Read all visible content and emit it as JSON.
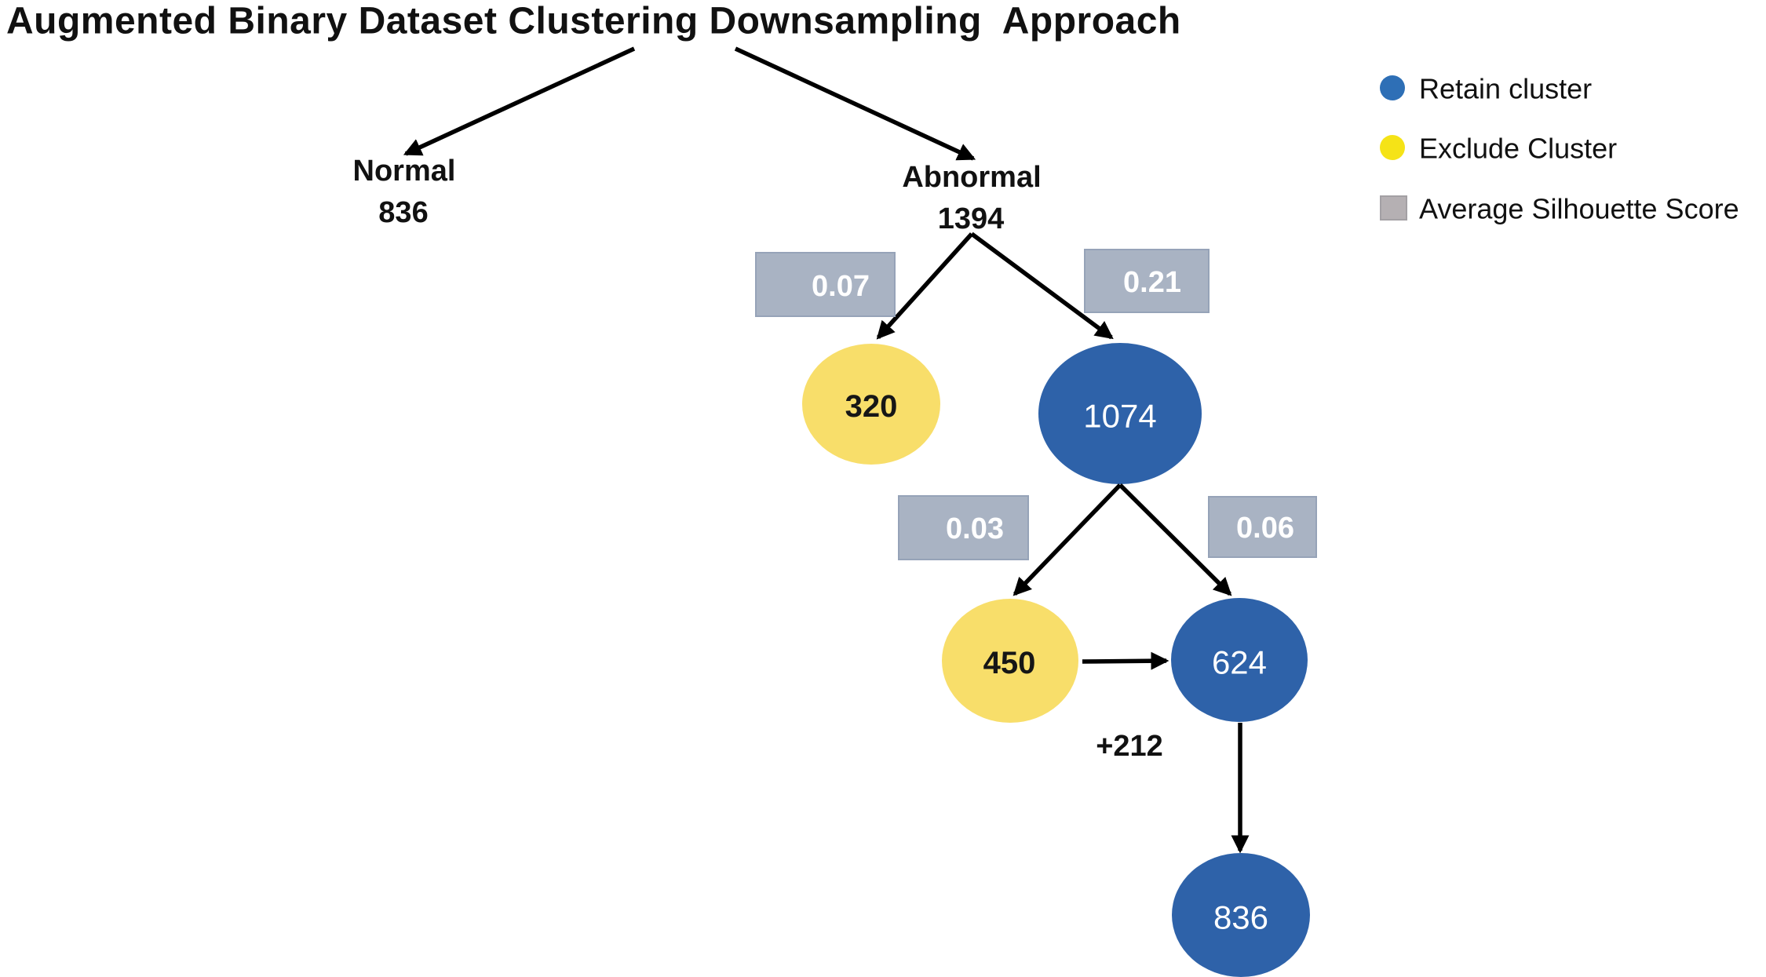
{
  "title": "Augmented Binary Dataset Clustering Downsampling  Approach",
  "branches": {
    "normal": {
      "label": "Normal",
      "count": "836"
    },
    "abnormal": {
      "label": "Abnormal",
      "count": "1394"
    }
  },
  "scores": {
    "to_320": "0.07",
    "to_1074": "0.21",
    "to_450": "0.03",
    "to_624": "0.06"
  },
  "nodes": {
    "excluded_320": {
      "value": "320",
      "type": "exclude"
    },
    "retained_1074": {
      "value": "1074",
      "type": "retain"
    },
    "excluded_450": {
      "value": "450",
      "type": "exclude"
    },
    "retained_624": {
      "value": "624",
      "type": "retain"
    },
    "retained_836": {
      "value": "836",
      "type": "retain"
    }
  },
  "merge_annotation": "+212",
  "legend": {
    "retain": "Retain cluster",
    "exclude": "Exclude Cluster",
    "silhouette": "Average Silhouette Score"
  },
  "colors": {
    "retain_cluster": "#2E62A9",
    "exclude_cluster": "#F8DE6A",
    "legend_retain": "#2E6FB6",
    "legend_exclude": "#F5E317",
    "score_box": "#A9B3C3",
    "legend_score_box": "#B5B0B3",
    "arrow": "#000000",
    "background": "#FFFFFF"
  }
}
